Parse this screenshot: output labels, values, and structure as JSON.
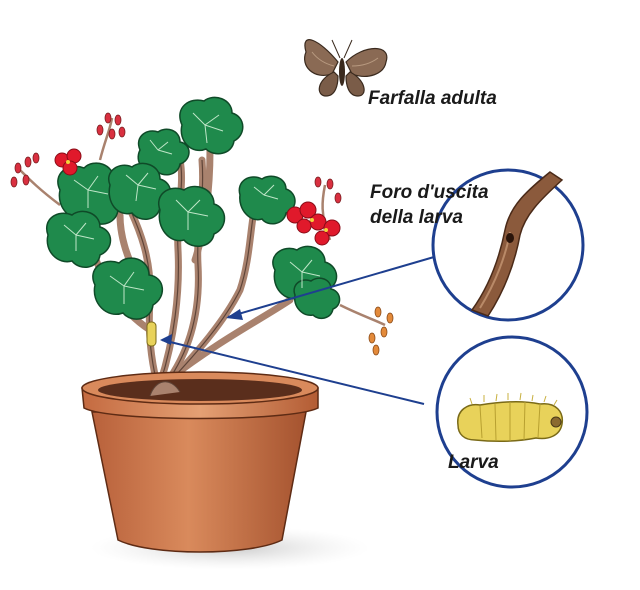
{
  "labels": {
    "adult_butterfly": "Farfalla adulta",
    "exit_hole_line1": "Foro d'uscita",
    "exit_hole_line2": "della larva",
    "larva": "Larva"
  },
  "colors": {
    "leaf": "#1f8a4c",
    "leaf_vein": "#bfe6c8",
    "flower": "#e0192b",
    "stem": "#a9826e",
    "pot": "#c8734a",
    "pot_rim": "#d98a5c",
    "callout_line": "#1e3f8f",
    "larva_body": "#e8d25a",
    "butterfly_wing": "#8a6a54",
    "branch_closeup": "#8b5a3c"
  },
  "icons": [
    "butterfly-icon",
    "geranium-plant",
    "flower-pot",
    "larva-icon",
    "branch-closeup"
  ]
}
